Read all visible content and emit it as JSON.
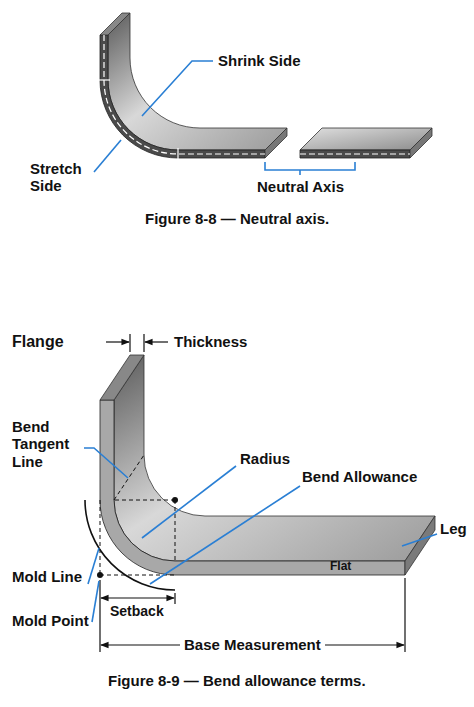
{
  "diagram": {
    "labels": [
      "Shrink Side",
      "Stretch Side",
      "Neutral Axis",
      "Figure 8-8 — Neutral axis.",
      "Flange",
      "Thickness",
      "Bend Tangent Line",
      "Radius",
      "Bend Allowance",
      "Leg",
      "Mold Line",
      "Mold Point",
      "Setback",
      "Flat",
      "Base Measurement",
      "Figure 8-9 — Bend allowance terms."
    ]
  }
}
